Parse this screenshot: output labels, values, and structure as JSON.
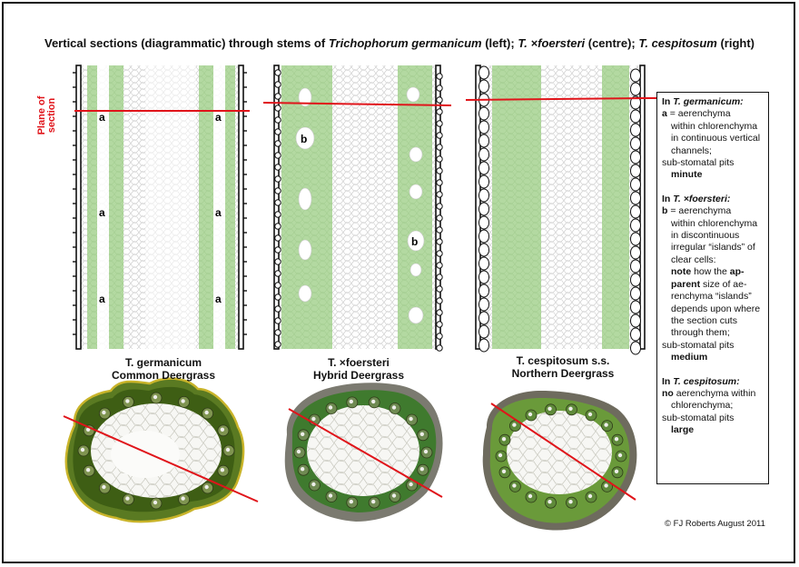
{
  "title_parts": {
    "p1": "Vertical sections (diagrammatic) through stems of ",
    "i1": "Trichophorum germanicum",
    "p2": " (left); ",
    "i2": "T. ×foersteri",
    "p3": " (centre); ",
    "i3": "T. cespitosum",
    "p4": " (right)"
  },
  "plane_label": "Plane of section",
  "captions": [
    {
      "line1": "T. germanicum",
      "line2": "Common Deergrass"
    },
    {
      "line1": "T. ×foersteri",
      "line2": "Hybrid Deergrass"
    },
    {
      "line1": "T. cespitosum s.s.",
      "line2": "Northern Deergrass"
    }
  ],
  "labels": {
    "a": "a",
    "b": "b"
  },
  "legend": {
    "s1_head_prefix": "In ",
    "s1_head_italic": "T. germanicum:",
    "s1_key": "a",
    "s1_key_text": " = aerenchyma",
    "s1_lines": [
      "within chlorenchyma",
      "in continuous vertical",
      "channels;"
    ],
    "s1_pits": "sub-stomatal pits",
    "s1_size": "minute",
    "s2_head_prefix": "In ",
    "s2_head_italic": "T. ×foersteri:",
    "s2_key": "b",
    "s2_key_text": " = aerenchyma",
    "s2_lines": [
      "within chlorenchyma",
      "in discontinuous",
      "irregular “islands” of",
      "clear cells:"
    ],
    "s2_note_bold": "note",
    "s2_note_rest": " how the ",
    "s2_note_bold2": "ap-",
    "s2_note_line2_bold": "parent",
    "s2_note_line2_rest": " size of ae-",
    "s2_note_lines": [
      "renchyma “islands”",
      "depends upon where",
      "the section cuts",
      "through them;"
    ],
    "s2_pits": "sub-stomatal pits",
    "s2_size": "medium",
    "s3_head_prefix": "In ",
    "s3_head_italic": "T. cespitosum:",
    "s3_bold": "no",
    "s3_rest": " aerenchyma within",
    "s3_lines": [
      "chlorenchyma;"
    ],
    "s3_pits": "sub-stomatal pits",
    "s3_size": "large"
  },
  "copyright": "©  FJ Roberts August 2011",
  "colors": {
    "chlorenchyma": "#b3d9a1",
    "section_line": "#e0141a",
    "aerenchyma": "#ffffff",
    "epidermis": "#111111"
  }
}
